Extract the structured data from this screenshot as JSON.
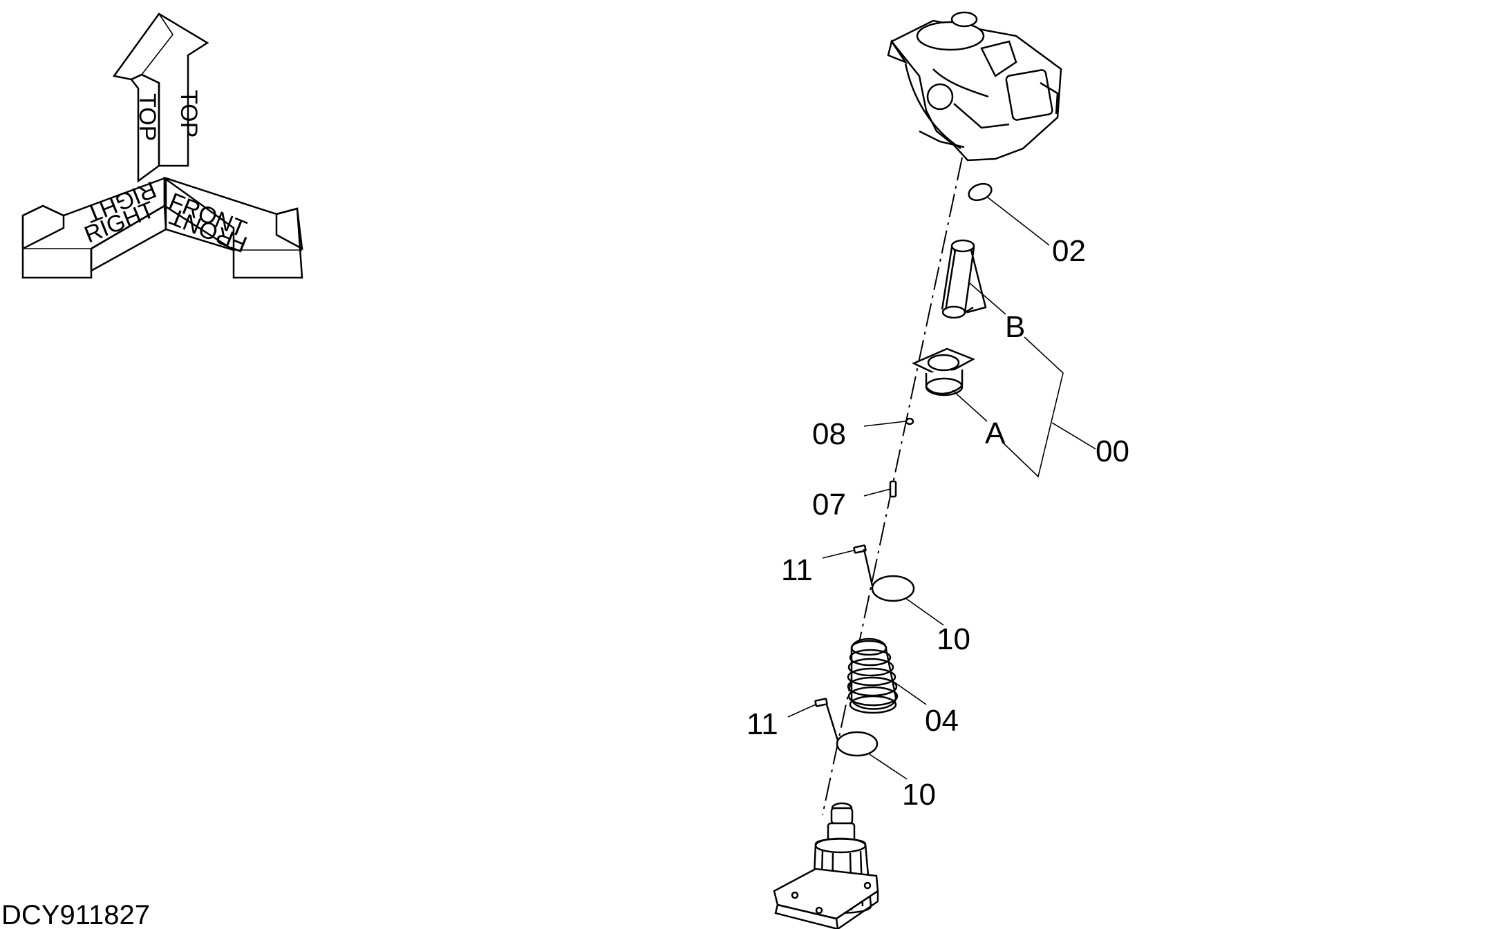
{
  "drawing_id": "DCY911827",
  "orientation": {
    "top": "TOP",
    "right": "RIGHT",
    "front": "FRONT"
  },
  "callouts": {
    "c02": "02",
    "cB": "B",
    "c00": "00",
    "cA": "A",
    "c08": "08",
    "c07": "07",
    "c11a": "11",
    "c10a": "10",
    "c04": "04",
    "c11b": "11",
    "c10b": "10"
  }
}
